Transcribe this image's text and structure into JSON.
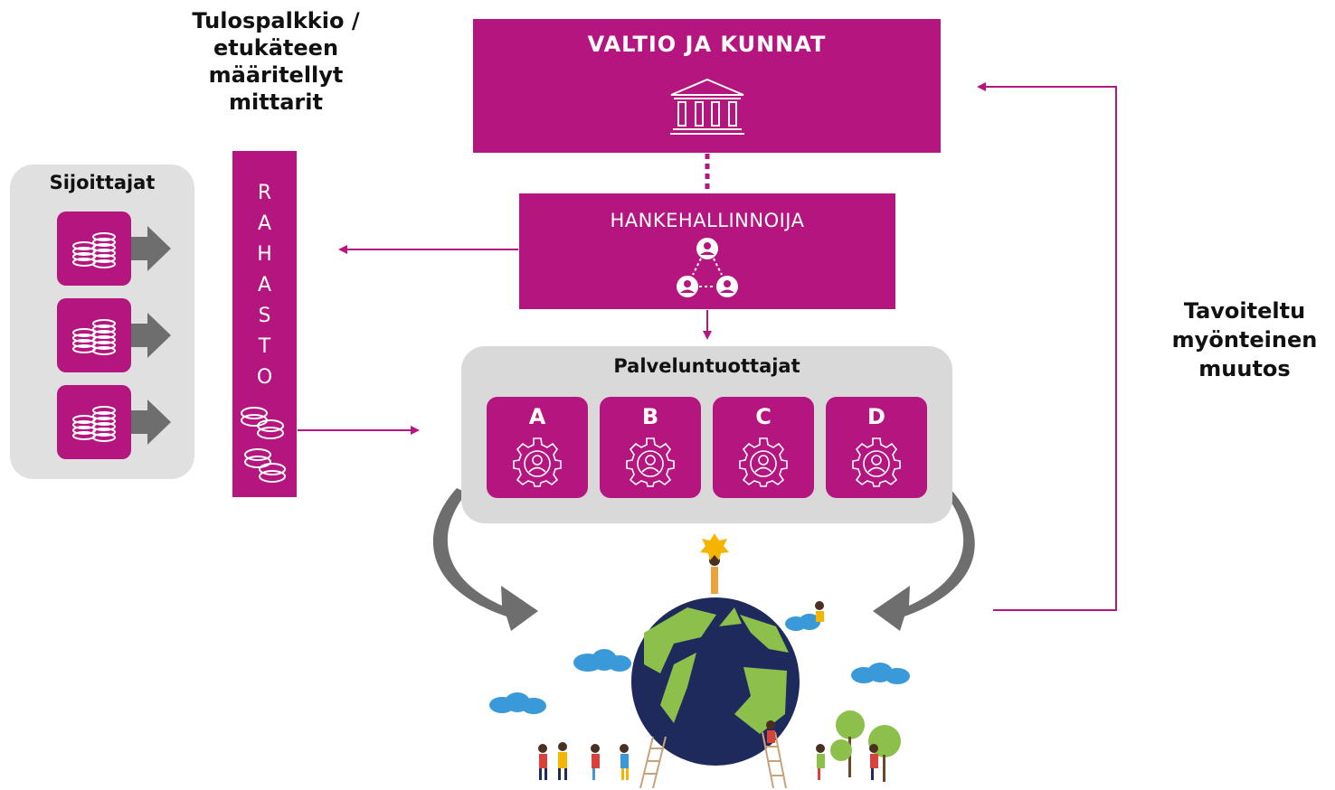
{
  "left_title": "Tulospalkkio / etukäteen määritellyt mittarit",
  "right_title": "Tavoiteltu myönteinen muutos",
  "government": {
    "label": "VALTIO JA KUNNAT",
    "icon": "government-building-icon"
  },
  "project_manager": {
    "label": "HANKEHALLINNOIJA",
    "icon": "team-network-icon"
  },
  "investors": {
    "label": "Sijoittajat",
    "icon": "coin-stack-icon"
  },
  "fund": {
    "letters": [
      "R",
      "A",
      "H",
      "A",
      "S",
      "T",
      "O"
    ],
    "icon": "coins-icon"
  },
  "providers": {
    "label": "Palveluntuottajat",
    "items": [
      {
        "letter": "A",
        "icon": "gear-person-icon"
      },
      {
        "letter": "B",
        "icon": "gear-person-icon"
      },
      {
        "letter": "C",
        "icon": "gear-person-icon"
      },
      {
        "letter": "D",
        "icon": "gear-person-icon"
      }
    ]
  },
  "colors": {
    "magenta": "#b5157e",
    "grey_box": "#d9d9d9",
    "arrow_grey": "#6e6e6e",
    "earth_blue": "#1f2a5c",
    "earth_green": "#8cc04b",
    "cloud": "#3a9ad9"
  }
}
